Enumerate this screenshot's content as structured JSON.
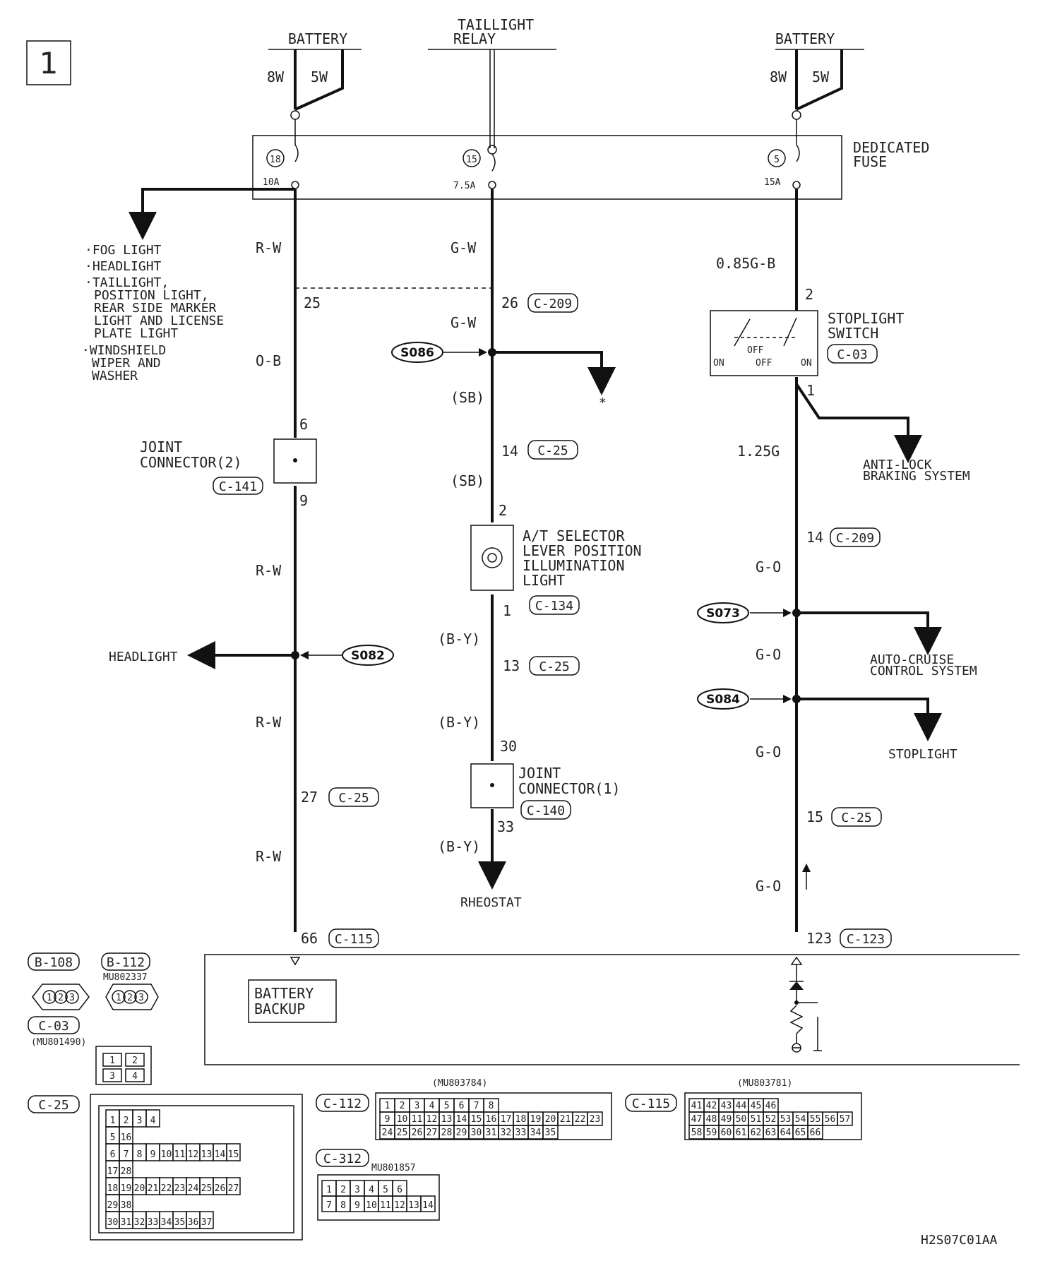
{
  "page_number": "1",
  "power_sources": {
    "left": {
      "label": "BATTERY",
      "wire_a": "8W",
      "wire_b": "5W"
    },
    "center": {
      "label_line1": "TAILLIGHT",
      "label_line2": "RELAY"
    },
    "right": {
      "label": "BATTERY",
      "wire_a": "8W",
      "wire_b": "5W"
    }
  },
  "fuse_block": {
    "label_line1": "DEDICATED",
    "label_line2": "FUSE",
    "fuses": [
      {
        "number": "18",
        "rating": "10A"
      },
      {
        "number": "15",
        "rating": "7.5A"
      },
      {
        "number": "5",
        "rating": "15A"
      }
    ]
  },
  "left_branch": {
    "items": [
      "·FOG LIGHT",
      "·HEADLIGHT",
      "·TAILLIGHT,",
      "POSITION LIGHT,",
      "REAR SIDE MARKER",
      "LIGHT AND LICENSE",
      "PLATE LIGHT",
      "·WINDSHIELD",
      "WIPER AND",
      "WASHER"
    ]
  },
  "left_circuit": {
    "wire_1": "R-W",
    "pin_25": "25",
    "wire_2": "O-B",
    "pin_6": "6",
    "joint_connector_line1": "JOINT",
    "joint_connector_line2": "CONNECTOR(2)",
    "joint_connector_id": "C-141",
    "pin_9": "9",
    "wire_3": "R-W",
    "splice_id": "S082",
    "headlight_label": "HEADLIGHT",
    "wire_4": "R-W",
    "pin_27": "27",
    "conn_c25": "C-25",
    "wire_5": "R-W",
    "pin_66": "66",
    "conn_c115": "C-115"
  },
  "center_circuit": {
    "wire_1": "G-W",
    "pin_26": "26",
    "conn_c209": "C-209",
    "wire_2": "G-W",
    "splice_id": "S086",
    "asterisk": "*",
    "wire_3": "(SB)",
    "pin_14": "14",
    "conn_c25_a": "C-25",
    "wire_4": "(SB)",
    "pin_2": "2",
    "light_line1": "A/T SELECTOR",
    "light_line2": "LEVER POSITION",
    "light_line3": "ILLUMINATION",
    "light_line4": "LIGHT",
    "light_conn": "C-134",
    "pin_1": "1",
    "wire_5": "(B-Y)",
    "pin_13": "13",
    "conn_c25_b": "C-25",
    "wire_6": "(B-Y)",
    "pin_30": "30",
    "joint_line1": "JOINT",
    "joint_line2": "CONNECTOR(1)",
    "joint_conn": "C-140",
    "pin_33": "33",
    "wire_7": "(B-Y)",
    "rheostat": "RHEOSTAT"
  },
  "right_circuit": {
    "wire_1": "0.85G-B",
    "pin_2": "2",
    "switch_line1": "STOPLIGHT",
    "switch_line2": "SWITCH",
    "switch_conn": "C-03",
    "switch_on_left": "ON",
    "switch_off_1": "OFF",
    "switch_off_2": "OFF",
    "switch_on_right": "ON",
    "pin_1": "1",
    "wire_2": "1.25G",
    "abs_line1": "ANTI-LOCK",
    "abs_line2": "BRAKING SYSTEM",
    "pin_14": "14",
    "conn_c209": "C-209",
    "wire_3": "G-O",
    "splice_a": "S073",
    "cruise_line1": "AUTO-CRUISE",
    "cruise_line2": "CONTROL SYSTEM",
    "wire_4": "G-O",
    "splice_b": "S084",
    "stoplight": "STOPLIGHT",
    "wire_5": "G-O",
    "pin_15": "15",
    "conn_c25": "C-25",
    "wire_6": "G-O",
    "pin_123": "123",
    "conn_c123": "C-123"
  },
  "ecu_box": {
    "battery_backup_line1": "BATTERY",
    "battery_backup_line2": "BACKUP"
  },
  "connector_views": {
    "b108": {
      "id": "B-108",
      "pins": [
        "1",
        "2",
        "3"
      ]
    },
    "b112": {
      "id": "B-112",
      "part": "MU802337",
      "pins": [
        "1",
        "2",
        "3"
      ]
    },
    "c03": {
      "id": "C-03",
      "part": "(MU801490)",
      "pins": [
        "1",
        "2",
        "3",
        "4"
      ]
    },
    "c25": {
      "id": "C-25",
      "rows": [
        [
          "1",
          "2",
          "3",
          "4"
        ],
        [
          "5",
          "16"
        ],
        [
          "6",
          "7",
          "8",
          "9",
          "10",
          "11",
          "12",
          "13",
          "14",
          "15"
        ],
        [
          "17",
          "28"
        ],
        [
          "18",
          "19",
          "20",
          "21",
          "22",
          "23",
          "24",
          "25",
          "26",
          "27"
        ],
        [
          "29",
          "38"
        ],
        [
          "30",
          "31",
          "32",
          "33",
          "34",
          "35",
          "36",
          "37"
        ]
      ]
    },
    "c112": {
      "id": "C-112",
      "part": "(MU803784)",
      "rows": [
        [
          "1",
          "2",
          "3",
          "4",
          "5",
          "6",
          "7",
          "8"
        ],
        [
          "9",
          "10",
          "11",
          "12",
          "13",
          "14",
          "15",
          "16",
          "17",
          "18",
          "19",
          "20",
          "21",
          "22",
          "23"
        ],
        [
          "24",
          "25",
          "26",
          "27",
          "28",
          "29",
          "30",
          "31",
          "32",
          "33",
          "34",
          "35"
        ]
      ]
    },
    "c115": {
      "id": "C-115",
      "part": "(MU803781)",
      "rows": [
        [
          "41",
          "42",
          "43",
          "44",
          "45",
          "46"
        ],
        [
          "47",
          "48",
          "49",
          "50",
          "51",
          "52",
          "53",
          "54",
          "55",
          "56",
          "57"
        ],
        [
          "58",
          "59",
          "60",
          "61",
          "62",
          "63",
          "64",
          "65",
          "66"
        ]
      ]
    },
    "c312": {
      "id": "C-312",
      "part": "MU801857",
      "rows": [
        [
          "1",
          "2",
          "3",
          "4",
          "5",
          "6"
        ],
        [
          "7",
          "8",
          "9",
          "10",
          "11",
          "12",
          "13",
          "14"
        ]
      ]
    }
  },
  "figure_code": "H2S07C01AA"
}
